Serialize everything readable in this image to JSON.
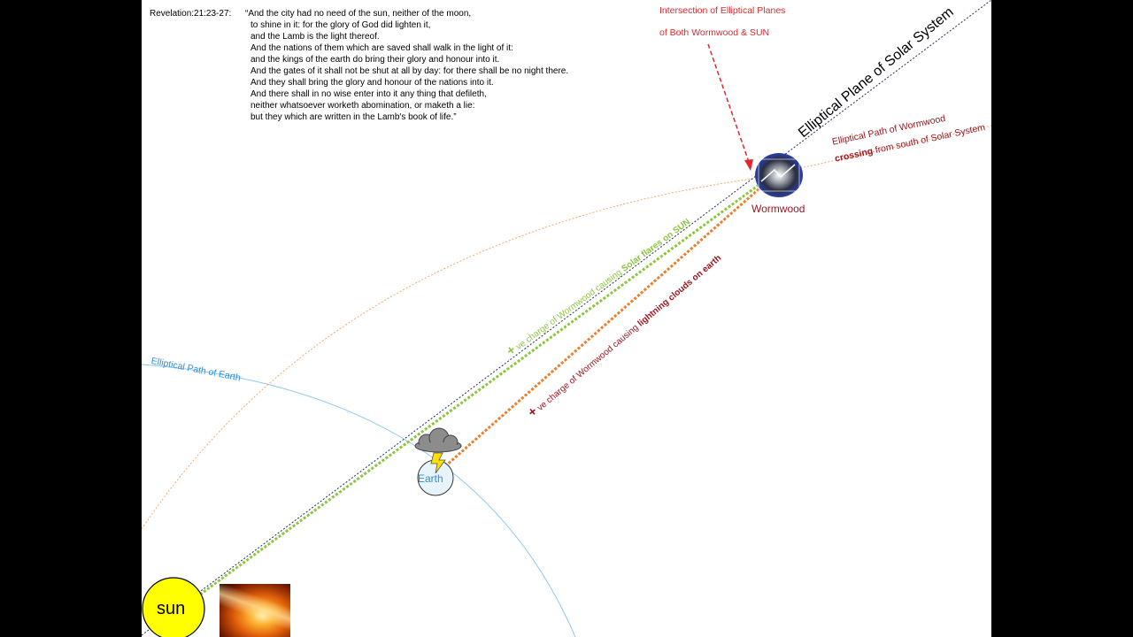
{
  "verse": {
    "reference": "Revelation:21:23-27:",
    "lines": [
      "“And the city had no need of the sun, neither of the moon,",
      "to shine in it: for the glory of God did lighten it,",
      "and the Lamb is the light thereof.",
      "And the nations of them which are saved shall walk in the light of it:",
      "and the kings of the earth do bring their glory and honour into it.",
      "And the gates of it shall not be shut at all by day: for there shall be no night there.",
      "And they shall bring the glory and honour of the nations into it.",
      "And there shall in no wise enter into it any thing that defileth,",
      "neither whatsoever worketh abomination, or maketh a lie:",
      "but they which are written in the Lamb's book of life.”"
    ]
  },
  "intersection_note": {
    "line1": "Intersection of Elliptical Planes",
    "line2": "of Both Wormwood & SUN"
  },
  "labels": {
    "solar_plane": "Elliptical Plane of Solar System",
    "wormwood_path_line1": "Elliptical Path of Wormwood",
    "wormwood_path_line2_bold": "crossing",
    "wormwood_path_line2_rest": " from south of Solar System",
    "earth_path": "Elliptical Path of Earth",
    "wormwood": "Wormwood",
    "earth": "Earth",
    "sun": "sun"
  },
  "charges": {
    "positive": {
      "sign": "+",
      "text": " ve charge of Wormwood causing ",
      "bold": "Solar flares on SUN",
      "color": "#8cc63f"
    },
    "negative": {
      "sign": "+",
      "text": " ve charge of Wormwood causing ",
      "bold": "lightning clouds on earth",
      "color": "#a0141e"
    }
  },
  "colors": {
    "red_note": "#e3262c",
    "wormwood_dark_red": "#a0141e",
    "earth_blue": "#2e8fe0",
    "earth_path": "#8ec8f0",
    "wormwood_path": "#f4a66a",
    "green_beam": "#8cc63f",
    "orange_beam": "#f07c28",
    "solar_plane": "#1a2a6c",
    "sun_fill": "#ffff00"
  }
}
